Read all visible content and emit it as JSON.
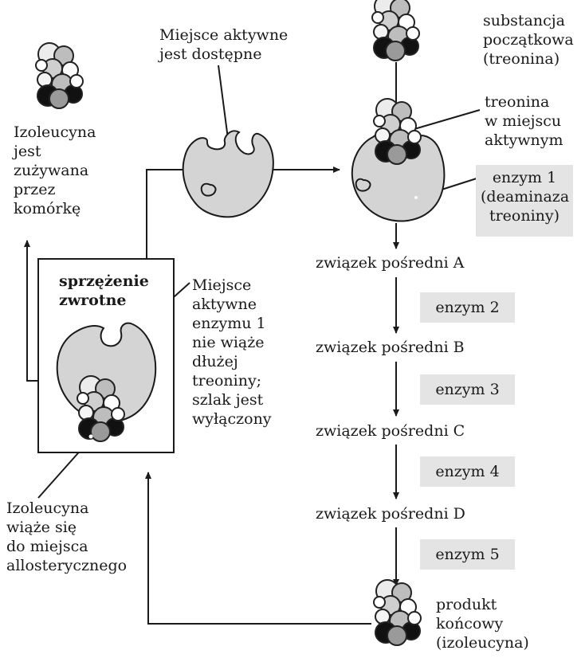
{
  "labels": {
    "active_site_available": "Miejsce aktywne\njest dostępne",
    "isoleucine_used": "Izoleucyna\njest\nzużywana\nprzez\nkomórkę",
    "feedback": "sprzężenie\nzwrotne",
    "site_blocked": "Miejsce\naktywne\nenzymu 1\nnie wiąże\ndłużej\ntreoniny;\nszlak jest\nwyłączony",
    "isoleucine_binds": "Izoleucyna\nwiąże się\ndo miejsca\nallosterycznego",
    "starting_substance": "substancja\npoczątkowa\n(treonina)",
    "threonine_in_site": "treonina\nw miejscu\naktywnym",
    "enzyme1": "enzym 1\n(deaminaza\ntreoniny)",
    "final_product": "produkt\nkońcowy\n(izoleucyna)"
  },
  "pathway": {
    "intermediates": [
      "związek pośredni A",
      "związek pośredni B",
      "związek pośredni C",
      "związek pośredni D"
    ],
    "enzymes": [
      "enzym 2",
      "enzym 3",
      "enzym 4",
      "enzym 5"
    ]
  },
  "colors": {
    "enzyme_fill": "#d4d4d4",
    "label_box": "#e4e4e4",
    "line": "#1a1a1a"
  }
}
